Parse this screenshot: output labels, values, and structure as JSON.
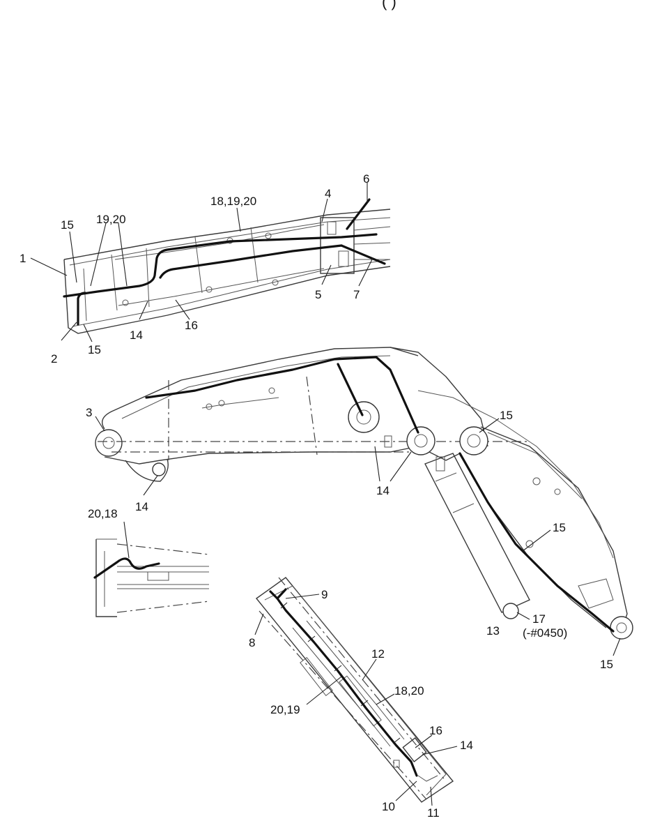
{
  "header": {
    "fragment": "(                    )"
  },
  "callouts": {
    "c1": "1",
    "c2": "2",
    "c3": "3",
    "c4": "4",
    "c5": "5",
    "c6": "6",
    "c7": "7",
    "c8": "8",
    "c9": "9",
    "c10": "10",
    "c11": "11",
    "c12": "12",
    "c13": "13",
    "c14_top": "14",
    "c14_mid_left": "14",
    "c14_mid": "14",
    "c14_bottom": "14",
    "c15_top_a": "15",
    "c15_top_b": "15",
    "c15_mid_a": "15",
    "c15_mid_b": "15",
    "c15_mid_c": "15",
    "c16_top": "16",
    "c16_bottom": "16",
    "c17": "17",
    "c17_note": "(-#0450)",
    "c18_19_20": "18,19,20",
    "c19_20": "19,20",
    "c20_18": "20,18",
    "c18_20": "18,20",
    "c20_19": "20,19"
  },
  "colors": {
    "line": "#3a3a3a",
    "hose": "#111111",
    "background": "#ffffff"
  }
}
